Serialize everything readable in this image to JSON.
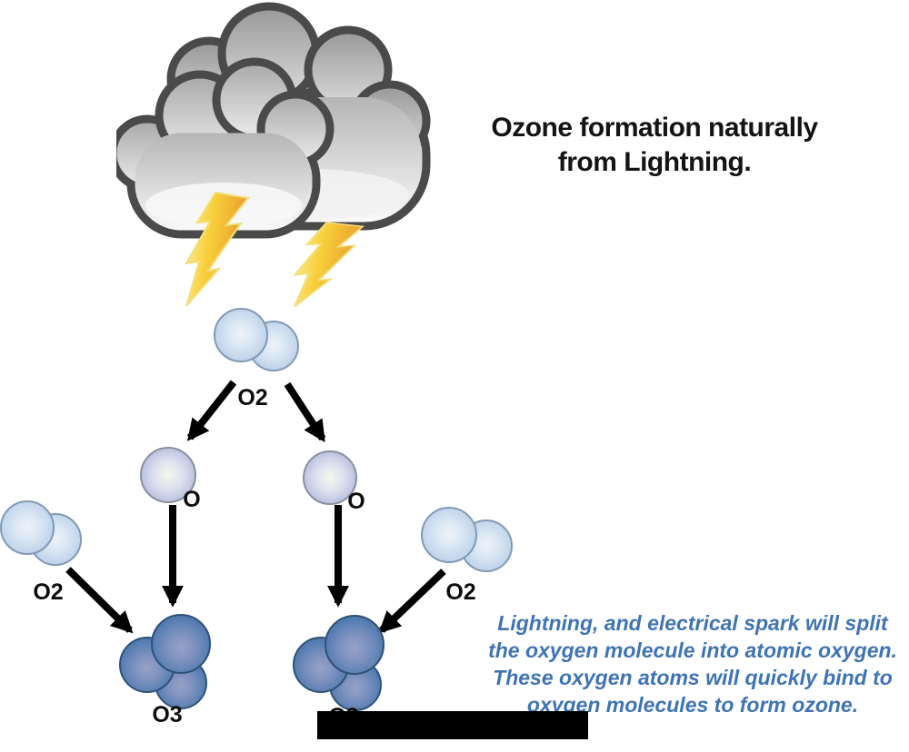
{
  "title": {
    "line1": "Ozone formation naturally",
    "line2": "from Lightning."
  },
  "labels": {
    "o2_top": "O2",
    "o_left": "O",
    "o_right": "O",
    "o2_far_left": "O2",
    "o2_far_right": "O2",
    "o3_left": "O3",
    "o3_right": "O3"
  },
  "caption": {
    "lines": [
      "Lightning, and electrical spark will split",
      "the oxygen molecule into atomic oxygen.",
      "These oxygen atoms will quickly bind to",
      "oxygen molecules to form ozone."
    ]
  },
  "icons": {
    "cloud": "storm-cloud-icon",
    "bolts": "lightning-bolt-icon"
  },
  "colors": {
    "caption_text": "#3f74b4",
    "title_text": "#141414",
    "o2_molecule_fill": "#c4d7ec",
    "o_atom_fill": "#bcc3e0",
    "o3_molecule_fill": "#547cb1",
    "lightning_yellow": "#f8cf3a",
    "cloud_outline": "#4a4a4a",
    "redaction": "#000000"
  }
}
